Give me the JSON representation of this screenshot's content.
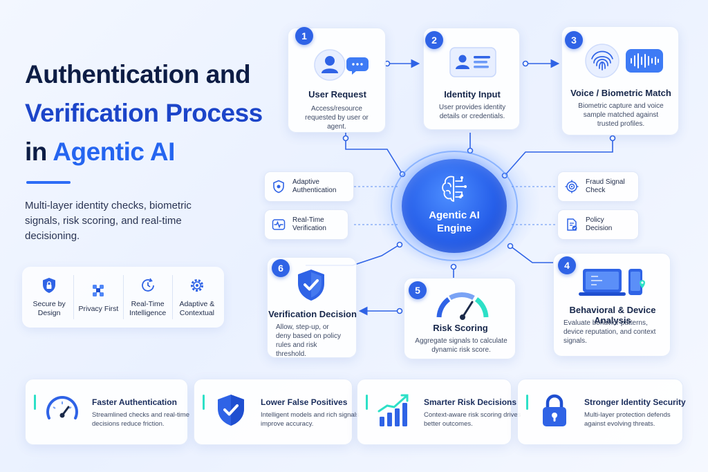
{
  "title": {
    "line1": "Authentication and",
    "line2": "Verification Process",
    "line3_prefix": "in ",
    "line3_accent": "Agentic AI"
  },
  "subtitle": "Multi-layer identity checks, biometric signals, risk scoring, and real-time decisioning.",
  "pillars": [
    {
      "label": "Secure by Design",
      "icon": "lock-shield-icon"
    },
    {
      "label": "Privacy First",
      "icon": "network-icon"
    },
    {
      "label": "Real-Time Intelligence",
      "icon": "clock-refresh-icon"
    },
    {
      "label": "Adaptive & Contextual",
      "icon": "gear-icon"
    }
  ],
  "steps": [
    {
      "num": "1",
      "title": "User Request",
      "desc": "Access/resource requested by user or agent.",
      "icon": "user-chat-icon"
    },
    {
      "num": "2",
      "title": "Identity Input",
      "desc": "User provides identity details or credentials.",
      "icon": "id-card-icon"
    },
    {
      "num": "3",
      "title": "Voice / Biometric Match",
      "desc": "Biometric capture and voice sample matched against trusted profiles.",
      "icon": "fingerprint-voice-icon"
    },
    {
      "num": "4",
      "title": "Behavioral & Device Analysis",
      "desc": "Evaluate behavior patterns, device reputation, and context signals.",
      "icon": "devices-icon"
    },
    {
      "num": "5",
      "title": "Risk Scoring",
      "desc": "Aggregate signals to calculate dynamic risk score.",
      "icon": "gauge-icon"
    },
    {
      "num": "6",
      "title": "Verification Decision",
      "desc": "Allow, step-up, or deny based on policy rules and risk threshold.",
      "icon": "shield-check-icon"
    }
  ],
  "engine": {
    "label_line1": "Agentic AI",
    "label_line2": "Engine",
    "icon": "brain-circuit-icon"
  },
  "side_left": [
    {
      "label": "Adaptive Authentication",
      "icon": "shield-icon"
    },
    {
      "label": "Real-Time Verification",
      "icon": "pulse-icon"
    }
  ],
  "side_right": [
    {
      "label": "Fraud Signal Check",
      "icon": "target-icon"
    },
    {
      "label": "Policy Decision",
      "icon": "document-check-icon"
    }
  ],
  "benefits": [
    {
      "title": "Faster Authentication",
      "desc": "Streamlined checks and real-time decisions reduce friction.",
      "icon": "speedometer-icon"
    },
    {
      "title": "Lower False Positives",
      "desc": "Intelligent models and rich signals improve accuracy.",
      "icon": "shield-check-icon"
    },
    {
      "title": "Smarter Risk Decisions",
      "desc": "Context-aware risk scoring drives better outcomes.",
      "icon": "bar-chart-up-icon"
    },
    {
      "title": "Stronger Identity Security",
      "desc": "Multi-layer protection defends against evolving threats.",
      "icon": "padlock-icon"
    }
  ],
  "colors": {
    "primary": "#2f63e6",
    "navy": "#0d1d45",
    "accent_teal": "#2de0c7",
    "engine_blue": "#2760ea"
  }
}
